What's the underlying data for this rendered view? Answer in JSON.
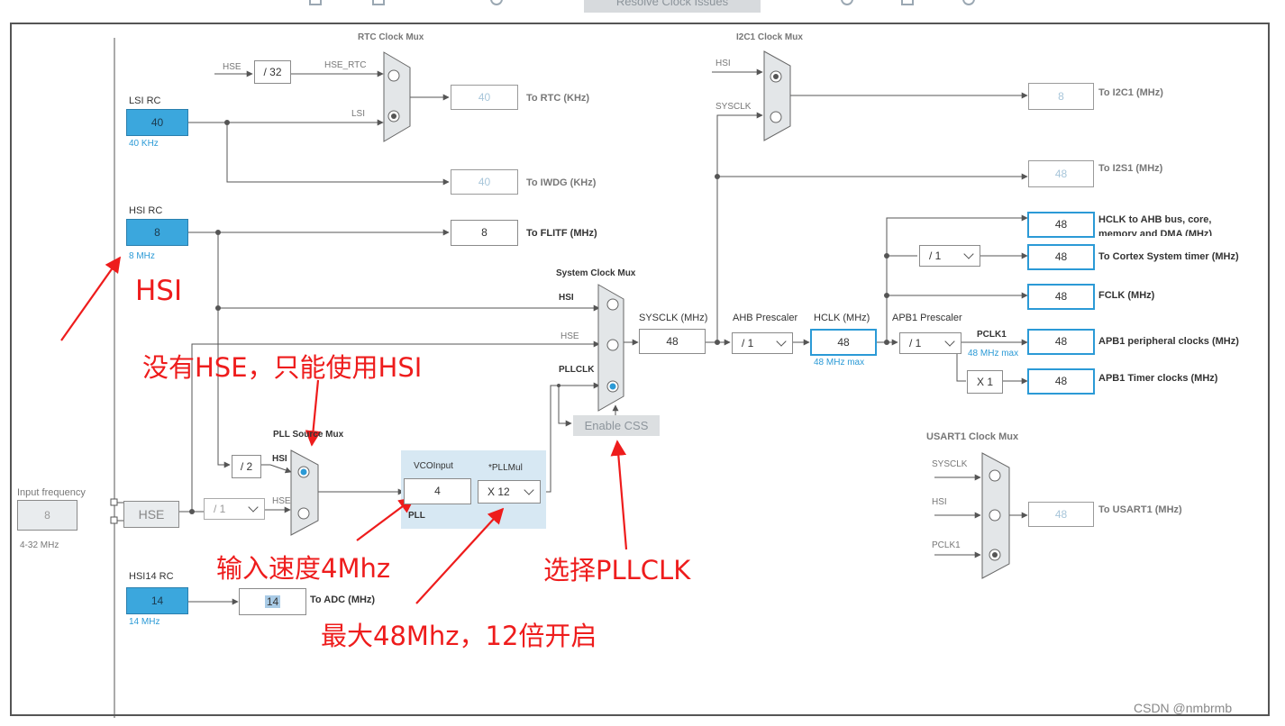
{
  "toolbar": {
    "resolve_button": "Resolve Clock Issues"
  },
  "input_frequency": {
    "label": "Input frequency",
    "value": "8",
    "range": "4-32 MHz"
  },
  "sources": {
    "lsi_rc": {
      "title": "LSI RC",
      "value": "40",
      "unit": "40 KHz"
    },
    "hsi_rc": {
      "title": "HSI RC",
      "value": "8",
      "unit": "8 MHz"
    },
    "hse": {
      "label": "HSE"
    },
    "hsi14_rc": {
      "title": "HSI14 RC",
      "value": "14",
      "unit": "14 MHz"
    }
  },
  "rtc": {
    "title": "RTC Clock Mux",
    "in_hse": "HSE",
    "div": "/ 32",
    "hse_rtc": "HSE_RTC",
    "lsi": "LSI",
    "rtc_value": "40",
    "rtc_label": "To RTC (KHz)",
    "iwdg_value": "40",
    "iwdg_label": "To IWDG (KHz)"
  },
  "flitf": {
    "value": "8",
    "label": "To FLITF (MHz)"
  },
  "adc": {
    "value": "14",
    "label": "To ADC (MHz)"
  },
  "i2c": {
    "title": "I2C1 Clock Mux",
    "hsi": "HSI",
    "sysclk": "SYSCLK",
    "value": "8",
    "label": "To I2C1 (MHz)",
    "i2s_value": "48",
    "i2s_label": "To I2S1 (MHz)"
  },
  "pll": {
    "src_title": "PLL Source Mux",
    "hsi": "HSI",
    "hse": "HSE",
    "div2": "/ 2",
    "hse_div": "/ 1",
    "vco_label": "VCOInput",
    "vco_value": "4",
    "pllmul_label": "*PLLMul",
    "pllmul_value": "X 12",
    "pll_label": "PLL"
  },
  "sysmux": {
    "title": "System Clock Mux",
    "hsi": "HSI",
    "hse": "HSE",
    "pllclk": "PLLCLK",
    "sysclk_label": "SYSCLK (MHz)",
    "sysclk_value": "48",
    "css": "Enable CSS"
  },
  "ahb": {
    "prescaler_label": "AHB Prescaler",
    "prescaler_value": "/ 1",
    "hclk_label": "HCLK (MHz)",
    "hclk_value": "48",
    "hclk_max": "48 MHz max"
  },
  "apb1": {
    "prescaler_label": "APB1 Prescaler",
    "prescaler_value": "/ 1",
    "pclk1": "PCLK1",
    "pclk1_max": "48 MHz max",
    "timer_mul": "X 1"
  },
  "outputs": {
    "ahb_value": "48",
    "ahb_label_1": "HCLK to AHB bus, core,",
    "ahb_label_2": "memory and DMA (MHz)",
    "cortex_div": "/ 1",
    "cortex_value": "48",
    "cortex_label": "To Cortex System timer (MHz)",
    "fclk_value": "48",
    "fclk_label": "FCLK (MHz)",
    "apb1p_value": "48",
    "apb1p_label": "APB1 peripheral clocks (MHz)",
    "apb1t_value": "48",
    "apb1t_label": "APB1 Timer clocks (MHz)"
  },
  "usart": {
    "title": "USART1 Clock Mux",
    "sysclk": "SYSCLK",
    "hsi": "HSI",
    "pclk1": "PCLK1",
    "value": "48",
    "label": "To USART1 (MHz)"
  },
  "annotations": {
    "hsi": "HSI",
    "no_hse": "没有HSE，只能使用HSI",
    "input_speed": "输入速度4Mhz",
    "select_pll": "选择PLLCLK",
    "max_speed": "最大48Mhz，12倍开启"
  },
  "watermark": "CSDN @nmbrmb",
  "colors": {
    "accent": "#2b9ad6",
    "annotation": "#ee1c1c",
    "source_fill": "#3ba7dd"
  }
}
